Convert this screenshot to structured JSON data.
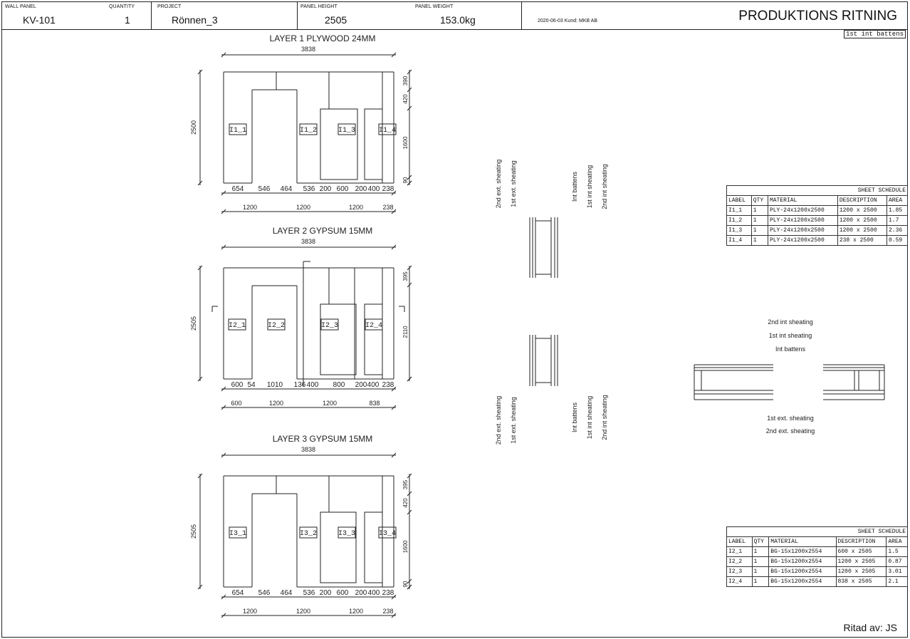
{
  "header": {
    "wall_panel_label": "WALL PANEL",
    "wall_panel": "KV-101",
    "quantity_label": "QUANTITY",
    "quantity": "1",
    "project_label": "PROJECT",
    "project": "Rönnen_3",
    "panel_height_label": "PANEL HEIGHT",
    "panel_height": "2505",
    "panel_weight_label": "PANEL WEIGHT",
    "panel_weight": "153.0kg",
    "date_customer": "2020-06-03   Kund: MKB AB",
    "title": "PRODUKTIONS RITNING"
  },
  "corner_tag": "1st int battens",
  "footer": "Ritad av: JS",
  "layers": [
    {
      "title": "LAYER 1 PLYWOOD 24MM",
      "total": "3838",
      "height": "2500",
      "right_dims": [
        "390",
        "420",
        "1600",
        "90"
      ],
      "bottom1": [
        "654",
        "546",
        "464",
        "536",
        "200",
        "600",
        "200",
        "400",
        "238"
      ],
      "bottom2": [
        "1200",
        "1200",
        "1200",
        "238"
      ],
      "labels": [
        "I1_1",
        "I1_2",
        "I1_3",
        "I1_4"
      ]
    },
    {
      "title": "LAYER 2 GYPSUM 15MM",
      "total": "3838",
      "height": "2505",
      "right_dims": [
        "395",
        "2110"
      ],
      "bottom1": [
        "600",
        "54",
        "1010",
        "136",
        "400",
        "800",
        "200",
        "400",
        "238"
      ],
      "bottom2": [
        "600",
        "1200",
        "1200",
        "838"
      ],
      "labels": [
        "I2_1",
        "I2_2",
        "I2_3",
        "I2_4"
      ]
    },
    {
      "title": "LAYER 3 GYPSUM 15MM",
      "total": "3838",
      "height": "2505",
      "right_dims": [
        "395",
        "420",
        "1600",
        "90"
      ],
      "bottom1": [
        "654",
        "546",
        "464",
        "536",
        "200",
        "600",
        "200",
        "400",
        "238"
      ],
      "bottom2": [
        "1200",
        "1200",
        "1200",
        "238"
      ],
      "labels": [
        "I3_1",
        "I3_2",
        "I3_3",
        "I3_4"
      ]
    }
  ],
  "section_labels": {
    "left_top": [
      "2nd ext. sheating",
      "1st ext. sheating"
    ],
    "right_top": [
      "Int battens",
      "1st int sheating",
      "2nd int sheating"
    ],
    "left_bottom": [
      "2nd ext. sheating",
      "1st ext. sheating"
    ],
    "right_bottom": [
      "Int battens",
      "1st int sheating",
      "2nd int sheating"
    ],
    "plan_top": [
      "2nd int sheating",
      "1st int sheating",
      "Int battens"
    ],
    "plan_bottom": [
      "1st ext. sheating",
      "2nd ext. sheating"
    ]
  },
  "schedule1": {
    "title": "SHEET SCHEDULE",
    "columns": [
      "LABEL",
      "QTY",
      "MATERIAL",
      "DESCRIPTION",
      "AREA"
    ],
    "rows": [
      [
        "I1_1",
        "1",
        "PLY-24x1200x2500",
        "1200 x 2500",
        "1.85"
      ],
      [
        "I1_2",
        "1",
        "PLY-24x1200x2500",
        "1200 x 2500",
        "1.7"
      ],
      [
        "I1_3",
        "1",
        "PLY-24x1200x2500",
        "1200 x 2500",
        "2.36"
      ],
      [
        "I1_4",
        "1",
        "PLY-24x1200x2500",
        "238 x 2500",
        "0.59"
      ]
    ]
  },
  "schedule2": {
    "title": "SHEET SCHEDULE",
    "columns": [
      "LABEL",
      "QTY",
      "MATERIAL",
      "DESCRIPTION",
      "AREA"
    ],
    "rows": [
      [
        "I2_1",
        "1",
        "BG-15x1200x2554",
        "600 x 2505",
        "1.5"
      ],
      [
        "I2_2",
        "1",
        "BG-15x1200x2554",
        "1200 x 2505",
        "0.87"
      ],
      [
        "I2_3",
        "1",
        "BG-15x1200x2554",
        "1200 x 2505",
        "3.01"
      ],
      [
        "I2_4",
        "1",
        "BG-15x1200x2554",
        "838 x 2505",
        "2.1"
      ]
    ]
  },
  "colors": {
    "line": "#222222",
    "background": "#ffffff"
  }
}
